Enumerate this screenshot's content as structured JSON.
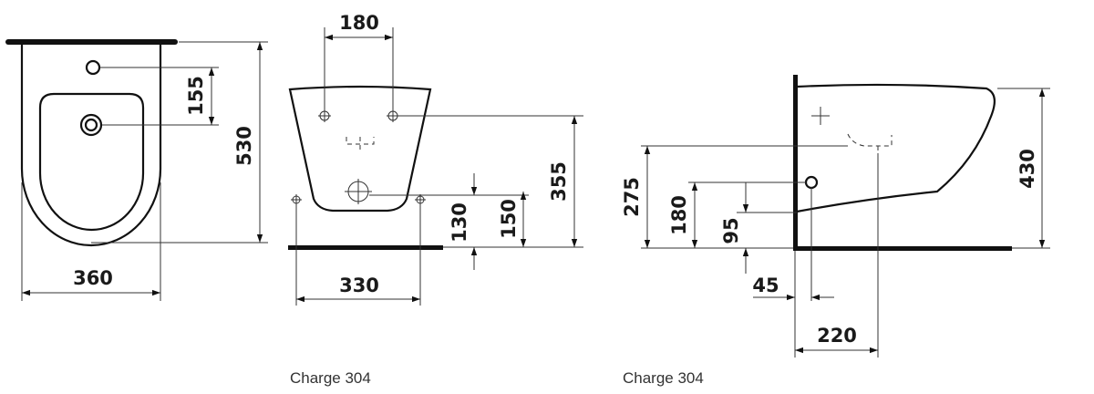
{
  "front_view": {
    "width": "360",
    "height": "530",
    "tap_hole_to_drain": "155"
  },
  "rear_view": {
    "bolt_spacing_top": "180",
    "bolt_spacing_bottom": "330",
    "top_bolt_height": "355",
    "bottom_bolt_height": "130",
    "supply_height": "150",
    "caption": "Charge 304"
  },
  "side_view": {
    "height": "430",
    "overflow_height": "275",
    "inlet_height": "180",
    "inlet_lower_height": "95",
    "inlet_offset": "45",
    "centre_offset": "220",
    "caption": "Charge 304"
  },
  "colors": {
    "line": "#111111",
    "thin_line": "#333333",
    "background": "#ffffff"
  }
}
